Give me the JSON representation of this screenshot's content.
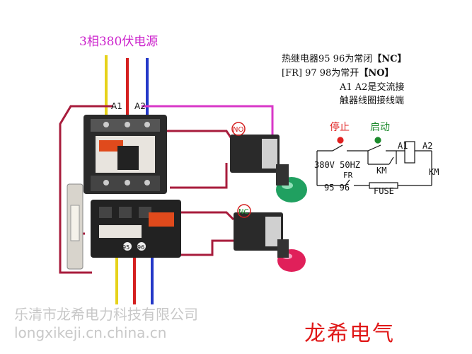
{
  "title": "3相380伏电源",
  "notes": {
    "line1_prefix": "热继电器95 96为常闭",
    "line1_tag": "【NC】",
    "line2_prefix": "[FR] 97 98为常开",
    "line2_tag": "【NO】",
    "line3": "A1 A2是交流接",
    "line4": "触器线圈接线端"
  },
  "contactor": {
    "a1": "A1",
    "a2": "A2"
  },
  "buttons": {
    "no_label": "NO",
    "nc_label": "NC"
  },
  "relay_terminals": {
    "t95": "95",
    "t96": "96"
  },
  "schematic": {
    "stop_label": "停止",
    "start_label": "启动",
    "supply": "380V 50HZ",
    "fr": "FR",
    "terminals": "95 96",
    "km_contact": "KM",
    "km_coil": "KM",
    "a1": "A1",
    "a2": "A2",
    "fuse": "FUSE"
  },
  "watermark": {
    "company": "乐清市龙希电力科技有限公司",
    "url": "longxikeji.cn.china.cn"
  },
  "brand": "龙希电气",
  "colors": {
    "wire_yellow": "#e6d21a",
    "wire_red": "#d42020",
    "wire_blue": "#2438c8",
    "wire_dark_red": "#a81c3c",
    "wire_magenta": "#d838c8",
    "title_magenta": "#cc22cc",
    "brand_red": "#e01818",
    "stop_red": "#e02020",
    "start_green": "#1c8a2c",
    "lamp_green": "#20a060",
    "lamp_red": "#e0205a"
  }
}
